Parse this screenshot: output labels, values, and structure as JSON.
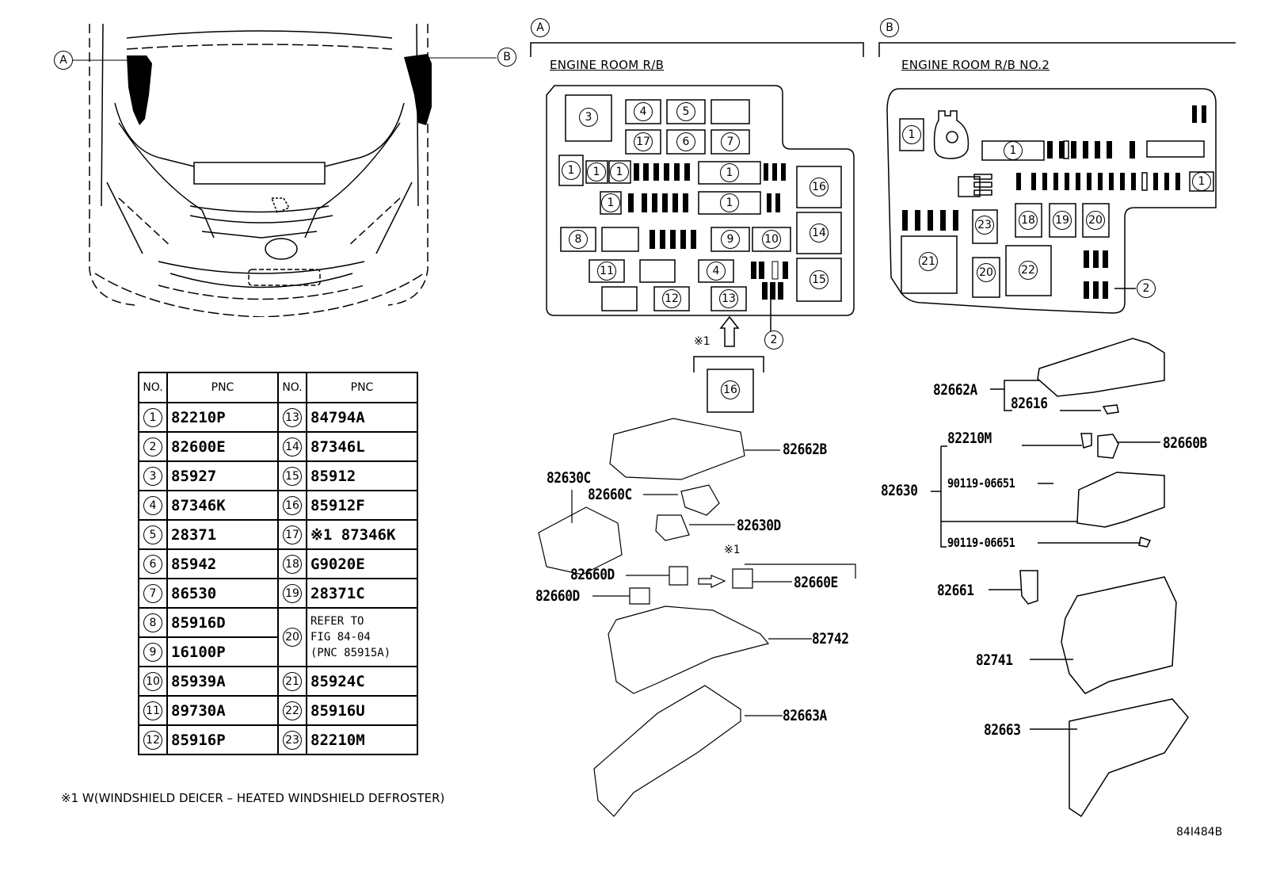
{
  "figure_id": "84I484B",
  "footnote": "※1 W(WINDSHIELD DEICER – HEATED WINDSHIELD DEFROSTER)",
  "vehicle_view": {
    "callouts": [
      "A",
      "B"
    ]
  },
  "section_a": {
    "marker": "A",
    "title": "ENGINE ROOM R/B",
    "fuse_box_labels": [
      "3",
      "4",
      "5",
      "17",
      "6",
      "7",
      "1",
      "1",
      "1",
      "1",
      "1",
      "1",
      "16",
      "14",
      "8",
      "9",
      "10",
      "11",
      "4",
      "12",
      "13",
      "15"
    ],
    "leader_2": "2",
    "option_mark": "※1",
    "option_box_label": "16",
    "parts": [
      "82662B",
      "82630C",
      "82660C",
      "82630D",
      "82660D",
      "82660D",
      "82660E",
      "82742",
      "82663A"
    ],
    "option_mark_2": "※1"
  },
  "section_b": {
    "marker": "B",
    "title": "ENGINE ROOM R/B NO.2",
    "fuse_box_labels": [
      "1",
      "1",
      "1",
      "23",
      "18",
      "19",
      "20",
      "21",
      "20",
      "22"
    ],
    "leader_2": "2",
    "parts": {
      "cover": "82662A",
      "clip": "82616",
      "fuse": "82210M",
      "relay": "82660B",
      "block": "82630",
      "bolt1": "90119-06651",
      "bolt2": "90119-06651",
      "connector": "82661",
      "housing": "82741",
      "lower_cover": "82663"
    }
  },
  "pnc_table": {
    "headers": [
      "NO.",
      "PNC",
      "NO.",
      "PNC"
    ],
    "rows": [
      {
        "no": "1",
        "pnc": "82210P",
        "no2": "13",
        "pnc2": "84794A"
      },
      {
        "no": "2",
        "pnc": "82600E",
        "no2": "14",
        "pnc2": "87346L"
      },
      {
        "no": "3",
        "pnc": "85927",
        "no2": "15",
        "pnc2": "85912"
      },
      {
        "no": "4",
        "pnc": "87346K",
        "no2": "16",
        "pnc2": "85912F"
      },
      {
        "no": "5",
        "pnc": "28371",
        "no2": "17",
        "pnc2": "※1 87346K"
      },
      {
        "no": "6",
        "pnc": "85942",
        "no2": "18",
        "pnc2": "G9020E"
      },
      {
        "no": "7",
        "pnc": "86530",
        "no2": "19",
        "pnc2": "28371C"
      },
      {
        "no": "8",
        "pnc": "85916D",
        "no2": "20",
        "pnc2": "REFER TO FIG 84-04 (PNC 85915A)"
      },
      {
        "no": "9",
        "pnc": "16100P"
      },
      {
        "no": "10",
        "pnc": "85939A",
        "no2": "21",
        "pnc2": "85924C"
      },
      {
        "no": "11",
        "pnc": "89730A",
        "no2": "22",
        "pnc2": "85916U"
      },
      {
        "no": "12",
        "pnc": "85916P",
        "no2": "23",
        "pnc2": "82210M"
      }
    ],
    "refer_lines": [
      "REFER TO",
      "FIG 84-04",
      "(PNC 85915A)"
    ]
  }
}
